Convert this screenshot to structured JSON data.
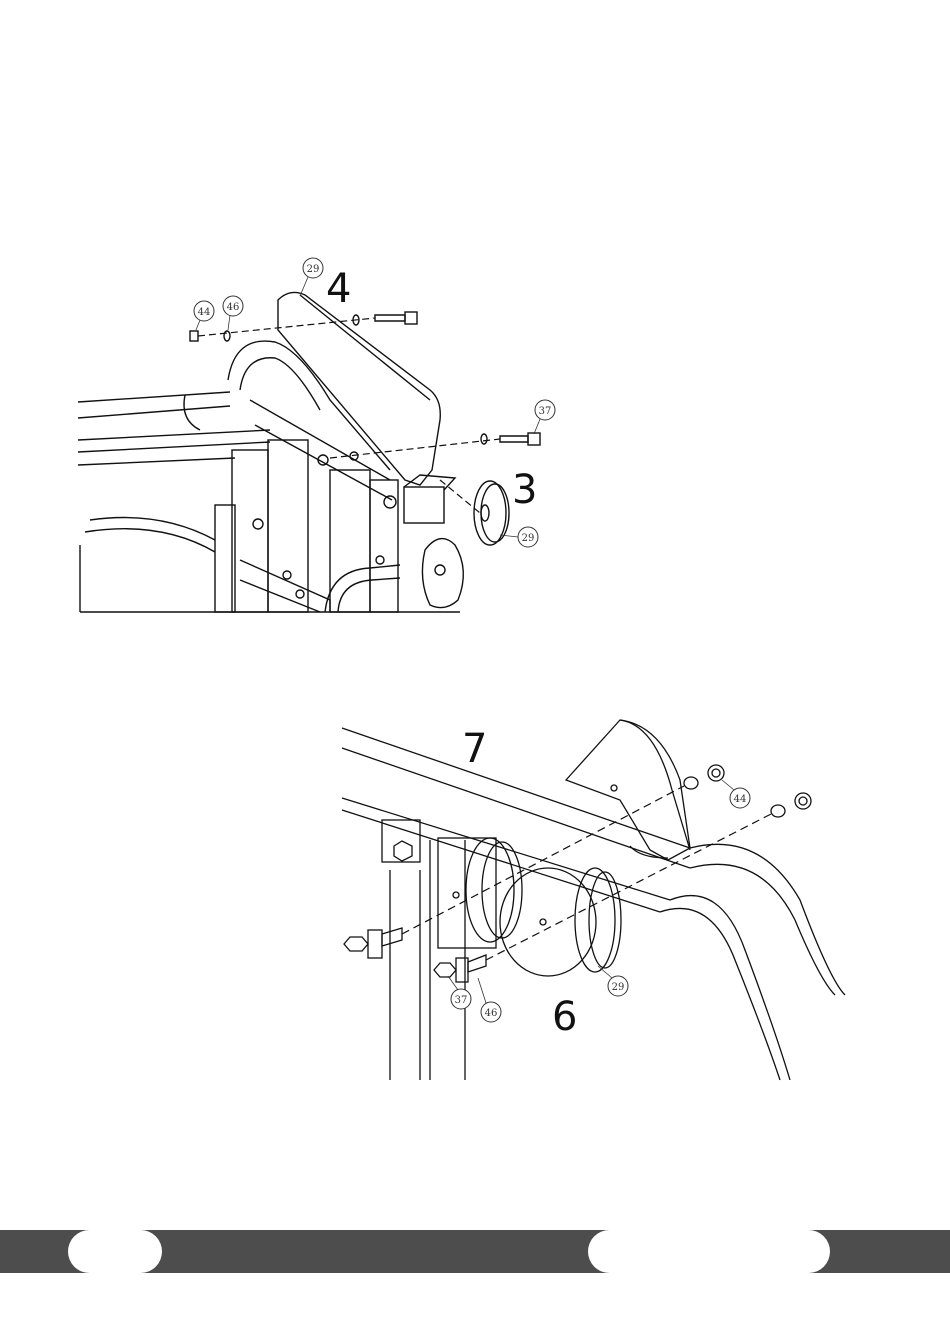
{
  "figures": {
    "top": {
      "step_labels": [
        "4",
        "3"
      ],
      "callouts": [
        "29",
        "44",
        "46",
        "37",
        "29"
      ]
    },
    "bottom": {
      "step_labels": [
        "7",
        "6"
      ],
      "callouts": [
        "44",
        "37",
        "46",
        "29"
      ]
    }
  },
  "footer": {
    "color": "#4d4d4d"
  }
}
